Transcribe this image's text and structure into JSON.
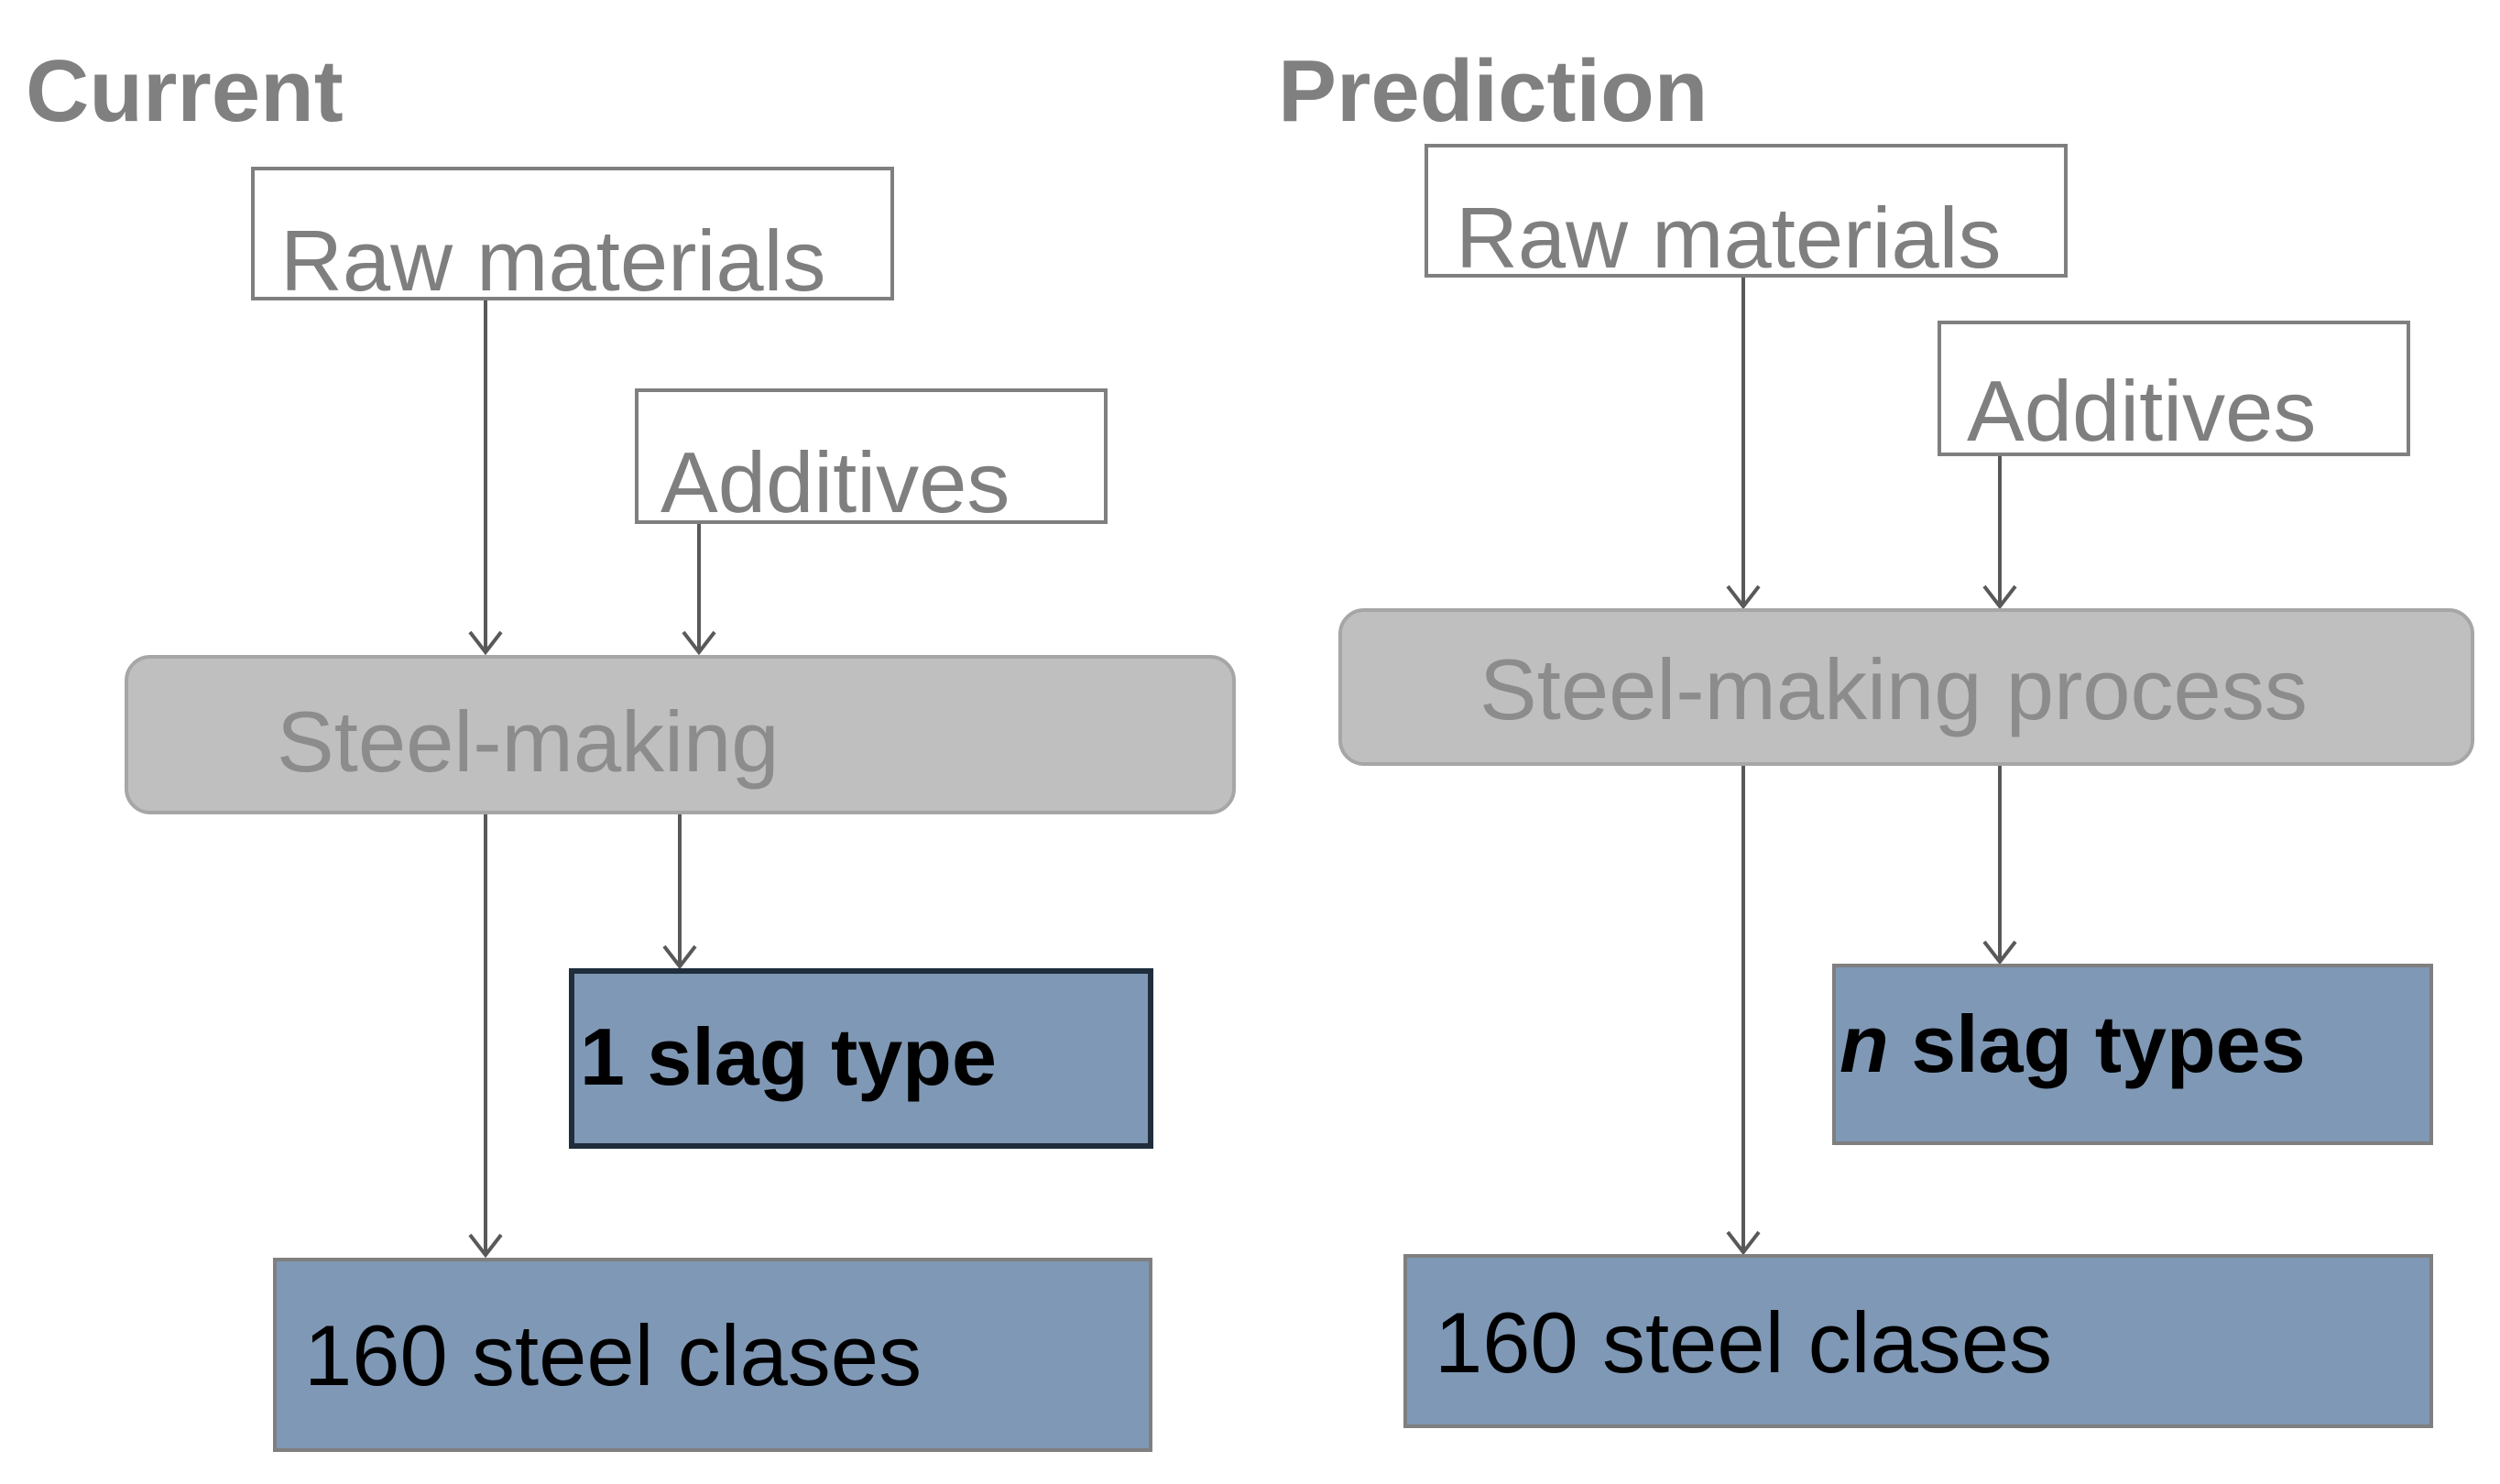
{
  "colors": {
    "heading": "#808080",
    "outline_text": "#7f7f7f",
    "process_text": "#8c8c8c",
    "process_fill": "#bfbfbf",
    "blue_fill": "#7f98b5",
    "arrow": "#595959"
  },
  "current": {
    "heading": "Current",
    "raw_materials": "Raw materials",
    "additives": "Additives",
    "process": "Steel-making",
    "slag_count": "1",
    "slag_label": " slag type",
    "steel_classes": "160 steel clases"
  },
  "prediction": {
    "heading": "Prediction",
    "raw_materials": "Raw materials",
    "additives": "Additives",
    "process": "Steel-making process",
    "slag_count": "n",
    "slag_label": " slag types",
    "steel_classes": "160 steel clases"
  }
}
